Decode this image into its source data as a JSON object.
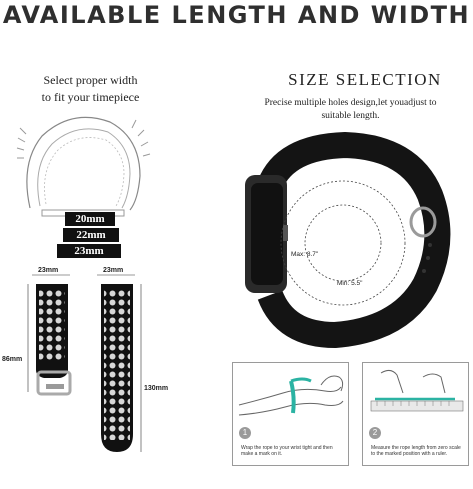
{
  "headline": "AVAILABLE  LENGTH AND  WIDTH",
  "left_panel": {
    "title_line1": "Select proper width",
    "title_line2": "to fit your timepiece",
    "widths": [
      "20mm",
      "22mm",
      "23mm"
    ],
    "strap_top_width_left": "23mm",
    "strap_top_width_right": "23mm",
    "short_length": "86mm",
    "long_length": "130mm"
  },
  "right_panel": {
    "title": "SIZE SELECTION",
    "desc_line1": "Precise multiple holes design,let youadjust to",
    "desc_line2": "suitable length.",
    "max_label": "Max: 8.7\"",
    "min_label": "Min: 5.5\"",
    "step1_num": "1",
    "step1_text": "Wrap the rope to your wrist tight and then make a mark on it.",
    "step2_num": "2",
    "step2_text": "Measure the rope length from zero scale to the marked position with a ruler."
  },
  "colors": {
    "strap_black": "#111111",
    "holes_grey": "#d7d7d7",
    "teal_rope": "#2bb3a3"
  }
}
